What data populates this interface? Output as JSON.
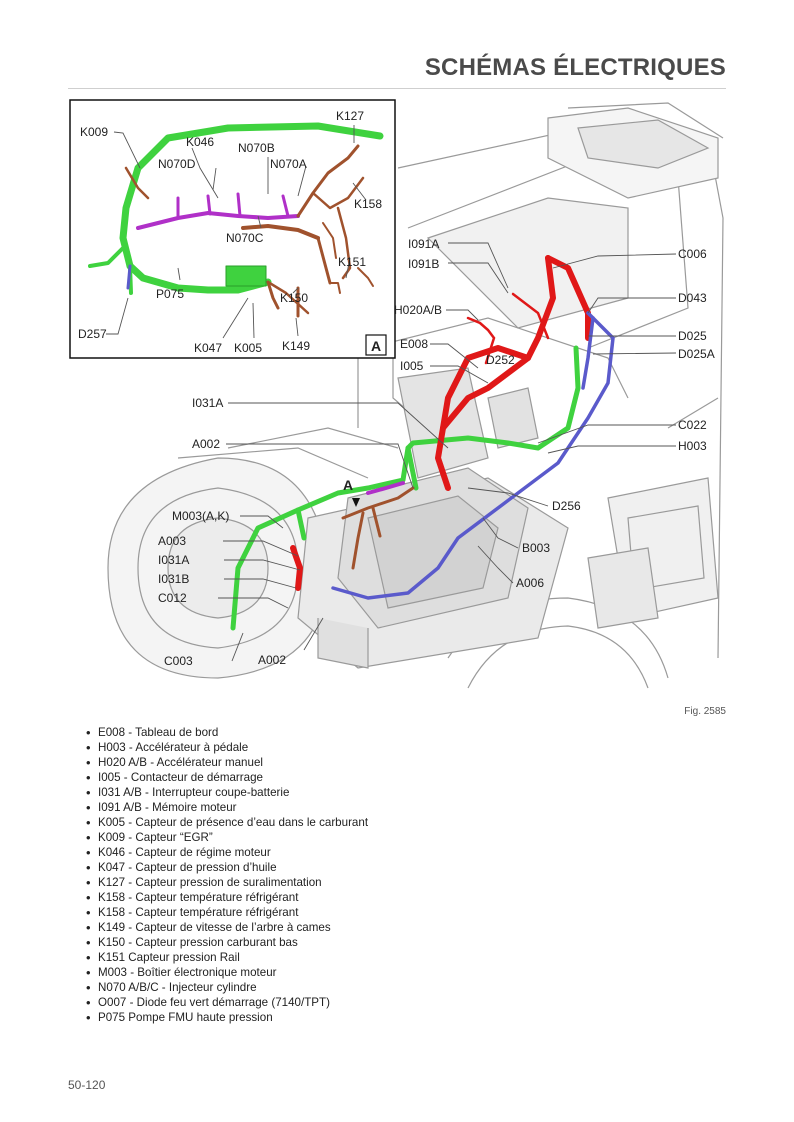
{
  "header": {
    "title": "SCHÉMAS ÉLECTRIQUES"
  },
  "figure": {
    "caption": "Fig. 2585",
    "inset_tag": "A",
    "main_marker": "A",
    "labels": {
      "k009": "K009",
      "k046": "K046",
      "n070b": "N070B",
      "n070d": "N070D",
      "n070a": "N070A",
      "k127": "K127",
      "k158": "K158",
      "n070c": "N070C",
      "k151": "K151",
      "p075": "P075",
      "k150": "K150",
      "d257": "D257",
      "k047": "K047",
      "k005": "K005",
      "k149": "K149",
      "i091a": "I091A",
      "i091b": "I091B",
      "c006": "C006",
      "d043": "D043",
      "h020ab": "H020A/B",
      "d025": "D025",
      "e008": "E008",
      "d025a": "D025A",
      "d252": "D252",
      "i005": "I005",
      "i031a_top": "I031A",
      "c022": "C022",
      "a002_top": "A002",
      "h003": "H003",
      "d256": "D256",
      "m003": "M003(A,K)",
      "a003": "A003",
      "b003": "B003",
      "i031a": "I031A",
      "i031b": "I031B",
      "a006": "A006",
      "c012": "C012",
      "c003": "C003",
      "a002_bottom": "A002"
    }
  },
  "legend": [
    "E008 - Tableau de bord",
    "H003 - Accélérateur à pédale",
    "H020 A/B - Accélérateur manuel",
    "I005 - Contacteur de démarrage",
    "I031 A/B - Interrupteur coupe-batterie",
    "I091 A/B - Mémoire moteur",
    "K005 - Capteur de présence d’eau dans le carburant",
    "K009 - Capteur “EGR”",
    "K046 - Capteur de régime moteur",
    "K047 - Capteur de pression d’huile",
    "K127 - Capteur pression de suralimentation",
    "K158 - Capteur température réfrigérant",
    "K158 - Capteur température réfrigérant",
    "K149 - Capteur de vitesse de l’arbre à cames",
    "K150 - Capteur pression carburant bas",
    "K151 Capteur pression Rail",
    "M003 - Boîtier électronique moteur",
    "N070 A/B/C - Injecteur cylindre",
    "O007 - Diode feu vert démarrage (7140/TPT)",
    "P075 Pompe FMU haute pression"
  ],
  "footer": {
    "page_number": "50-120"
  },
  "colors": {
    "green": "#3fd23f",
    "red": "#e01818",
    "blue": "#5a5acb",
    "brown": "#a0522d",
    "purple": "#b030c8",
    "line": "#555555"
  }
}
